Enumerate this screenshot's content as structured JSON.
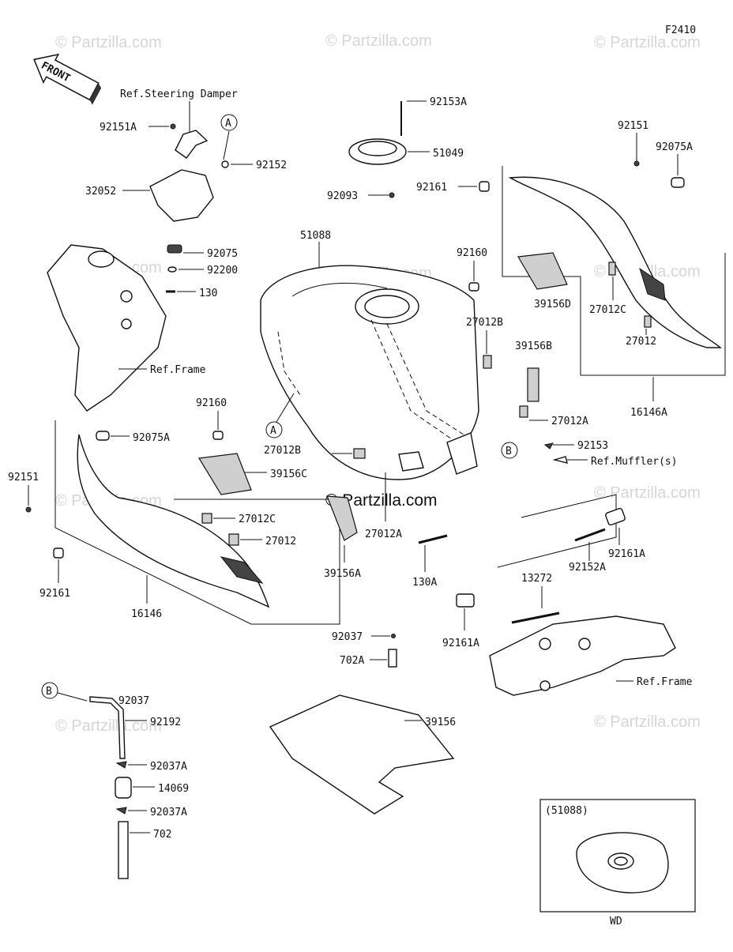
{
  "figure_code": "F2410",
  "front_label": "FRONT",
  "watermark": "© Partzilla.com",
  "inset": {
    "title": "(51088)",
    "caption": "WD"
  },
  "callouts": [
    {
      "id": "A1",
      "text": "A"
    },
    {
      "id": "A2",
      "text": "A"
    },
    {
      "id": "B1",
      "text": "B"
    },
    {
      "id": "B2",
      "text": "B"
    }
  ],
  "labels": {
    "ref_steering_damper": "Ref.Steering Damper",
    "ref_frame_left": "Ref.Frame",
    "ref_frame_right": "Ref.Frame",
    "ref_mufflers": "Ref.Muffler(s)",
    "p92151A": "92151A",
    "p92152": "92152",
    "p32052": "32052",
    "p92075": "92075",
    "p92200": "92200",
    "p130": "130",
    "p92153A": "92153A",
    "p51049": "51049",
    "p92093": "92093",
    "p51088": "51088",
    "p92161_top": "92161",
    "p92160_top": "92160",
    "p92151_top": "92151",
    "p92075A_top": "92075A",
    "p39156D": "39156D",
    "p27012C_right": "27012C",
    "p27012_right": "27012",
    "p16146A": "16146A",
    "p27012B_mid": "27012B",
    "p39156B": "39156B",
    "p27012A_mid": "27012A",
    "p92160_left": "92160",
    "p92075A_left": "92075A",
    "p92151_left": "92151",
    "p39156C": "39156C",
    "p27012B_low": "27012B",
    "p27012C_left": "27012C",
    "p27012_left": "27012",
    "p92161_left": "92161",
    "p16146": "16146",
    "p39156A": "39156A",
    "p27012A_low": "27012A",
    "p130A": "130A",
    "p92153": "92153",
    "p92161A_right": "92161A",
    "p92152A": "92152A",
    "p13272": "13272",
    "p92161A_low": "92161A",
    "p92037": "92037",
    "p702A": "702A",
    "p39156": "39156",
    "p92037_hose": "92037",
    "p92192": "92192",
    "p92037A_1": "92037A",
    "p14069": "14069",
    "p92037A_2": "92037A",
    "p702": "702"
  }
}
